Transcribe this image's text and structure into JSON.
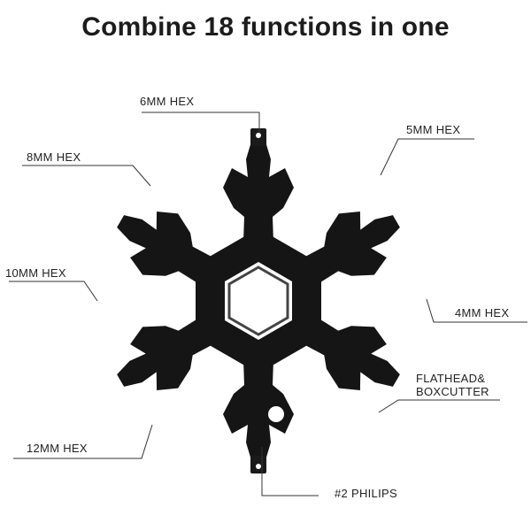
{
  "title": "Combine 18 functions in one",
  "labels": {
    "hex6": "6MM HEX",
    "hex5": "5MM HEX",
    "hex8": "8MM HEX",
    "hex10": "10MM HEX",
    "hex4": "4MM HEX",
    "flathead_line1": "FLATHEAD&",
    "flathead_line2": "BOXCUTTER",
    "hex12": "12MM HEX",
    "philips": "#2 PHILIPS"
  },
  "colors": {
    "tool": "#151515",
    "leader": "#333333",
    "background": "#ffffff"
  },
  "icons": {
    "tool": "snowflake-multitool-icon"
  }
}
